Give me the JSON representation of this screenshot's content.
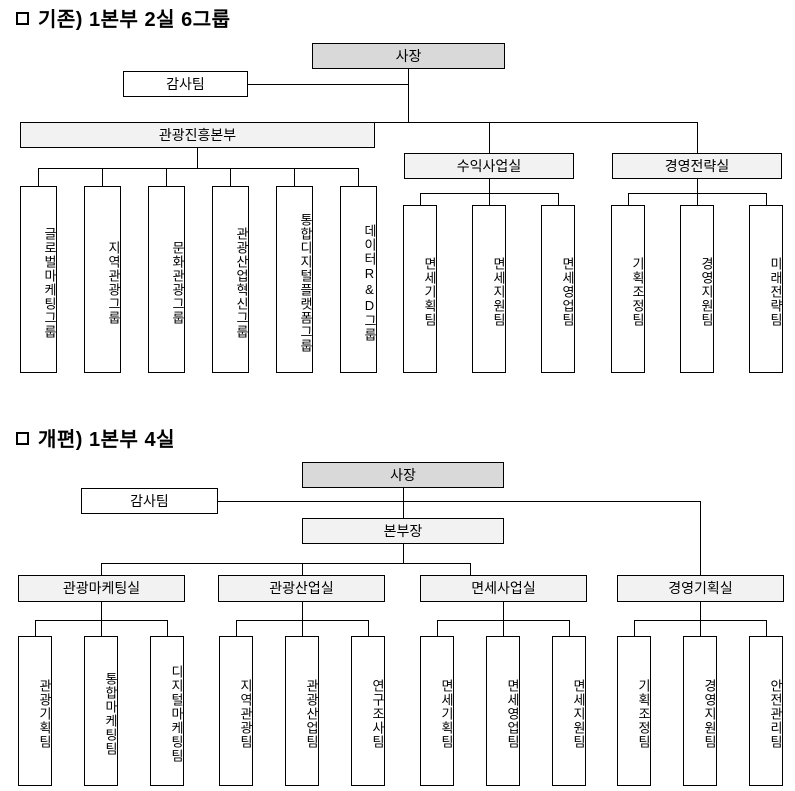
{
  "document": {
    "language": "ko",
    "kind": "organization-chart-comparison"
  },
  "sections": [
    {
      "id": "before",
      "title": "기존) 1본부 2실 6그룹",
      "nodes": {
        "ceo": "사장",
        "audit": "감사팀",
        "divisions": [
          "관광진흥본부",
          "수익사업실",
          "경영전략실"
        ],
        "tourism_groups": [
          "글로벌마케팅그룹",
          "지역관광그룹",
          "문화관광그룹",
          "관광산업혁신그룹",
          "통합디지털플랫폼그룹",
          "데이터R&D그룹"
        ],
        "profit_teams": [
          "면세기획팀",
          "면세지원팀",
          "면세영업팀"
        ],
        "strategy_teams": [
          "기획조정팀",
          "경영지원팀",
          "미래전략팀"
        ]
      }
    },
    {
      "id": "after",
      "title": "개편) 1본부 4실",
      "nodes": {
        "ceo": "사장",
        "audit": "감사팀",
        "head": "본부장",
        "offices": [
          "관광마케팅실",
          "관광산업실",
          "면세사업실",
          "경영기획실"
        ],
        "marketing_teams": [
          "관광기획팀",
          "통합마케팅팀",
          "디지털마케팅팀"
        ],
        "industry_teams": [
          "지역관광팀",
          "관광산업팀",
          "연구조사팀"
        ],
        "duty_free_teams": [
          "면세기획팀",
          "면세영업팀",
          "면세지원팀"
        ],
        "management_teams": [
          "기획조정팀",
          "경영지원팀",
          "안전관리팀"
        ]
      }
    }
  ],
  "colors": {
    "line": "#000000",
    "box_border": "#000000",
    "box_fill": "#ffffff",
    "fill_dark": "#d9d9d9",
    "fill_light": "#f2f2f2",
    "text": "#000000",
    "page_background": "#ffffff"
  }
}
